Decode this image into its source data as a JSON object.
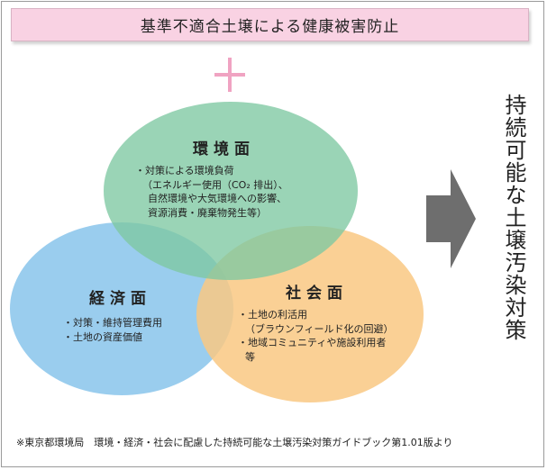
{
  "banner": {
    "text": "基準不適合土壌による健康被害防止"
  },
  "side_title": "持続可能な土壌汚染対策",
  "circles": {
    "environment": {
      "title": "環境面",
      "lines": [
        "・対策による環境負荷",
        "（エネルギー使用（CO₂ 排出）、",
        "自然環境や大気環境への影響、",
        "資源消費・廃棄物発生等）"
      ],
      "color": "#7dc8a1"
    },
    "economic": {
      "title": "経済面",
      "lines": [
        "・対策・維持管理費用",
        "・土地の資産価値"
      ],
      "color": "#8cc6ec"
    },
    "social": {
      "title": "社会面",
      "lines": [
        "・土地の利活用",
        "（ブラウンフィールド化の回避）",
        "・地域コミュニティや施設利用者",
        "等"
      ],
      "color": "#f9c882"
    }
  },
  "footnote": "※東京都環境局　環境・経済・社会に配慮した持続可能な土壌汚染対策ガイドブック第1.01版より",
  "colors": {
    "banner": "#f9d2e3",
    "plus": "#f0a3c2",
    "arrow": "#6e6e6e"
  }
}
